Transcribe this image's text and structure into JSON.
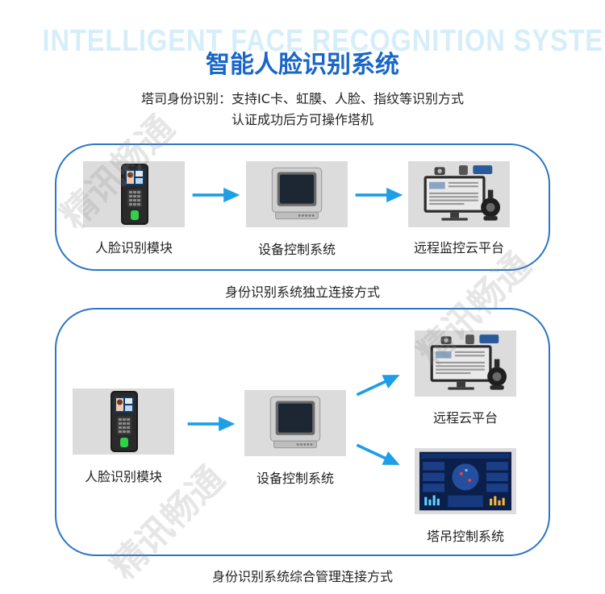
{
  "header": {
    "watermark_en": "INTELLIGENT FACE RECOGNITION SYSTEM",
    "title": "智能人脸识别系统",
    "intro_line1": "塔司身份识别：支持IC卡、虹膜、人脸、指纹等识别方式",
    "intro_line2": "认证成功后方可操作塔机"
  },
  "watermark_cn": "精讯畅通",
  "diagram1": {
    "nodes": [
      {
        "label": "人脸识别模块",
        "icon": "face-recognition-terminal-icon"
      },
      {
        "label": "设备控制系统",
        "icon": "control-monitor-icon"
      },
      {
        "label": "远程监控云平台",
        "icon": "remote-monitoring-workstation-icon"
      }
    ],
    "caption": "身份识别系统独立连接方式"
  },
  "diagram2": {
    "nodes": [
      {
        "label": "人脸识别模块",
        "icon": "face-recognition-terminal-icon"
      },
      {
        "label": "设备控制系统",
        "icon": "control-monitor-icon"
      },
      {
        "label": "远程云平台",
        "icon": "remote-monitoring-workstation-icon"
      },
      {
        "label": "塔吊控制系统",
        "icon": "tower-crane-dashboard-icon"
      }
    ],
    "caption": "身份识别系统综合管理连接方式"
  },
  "colors": {
    "accent": "#1966c8",
    "panel_border": "#2b76c6",
    "arrow": "#1e9ee6",
    "thumb_bg": "#dcdcdc"
  }
}
